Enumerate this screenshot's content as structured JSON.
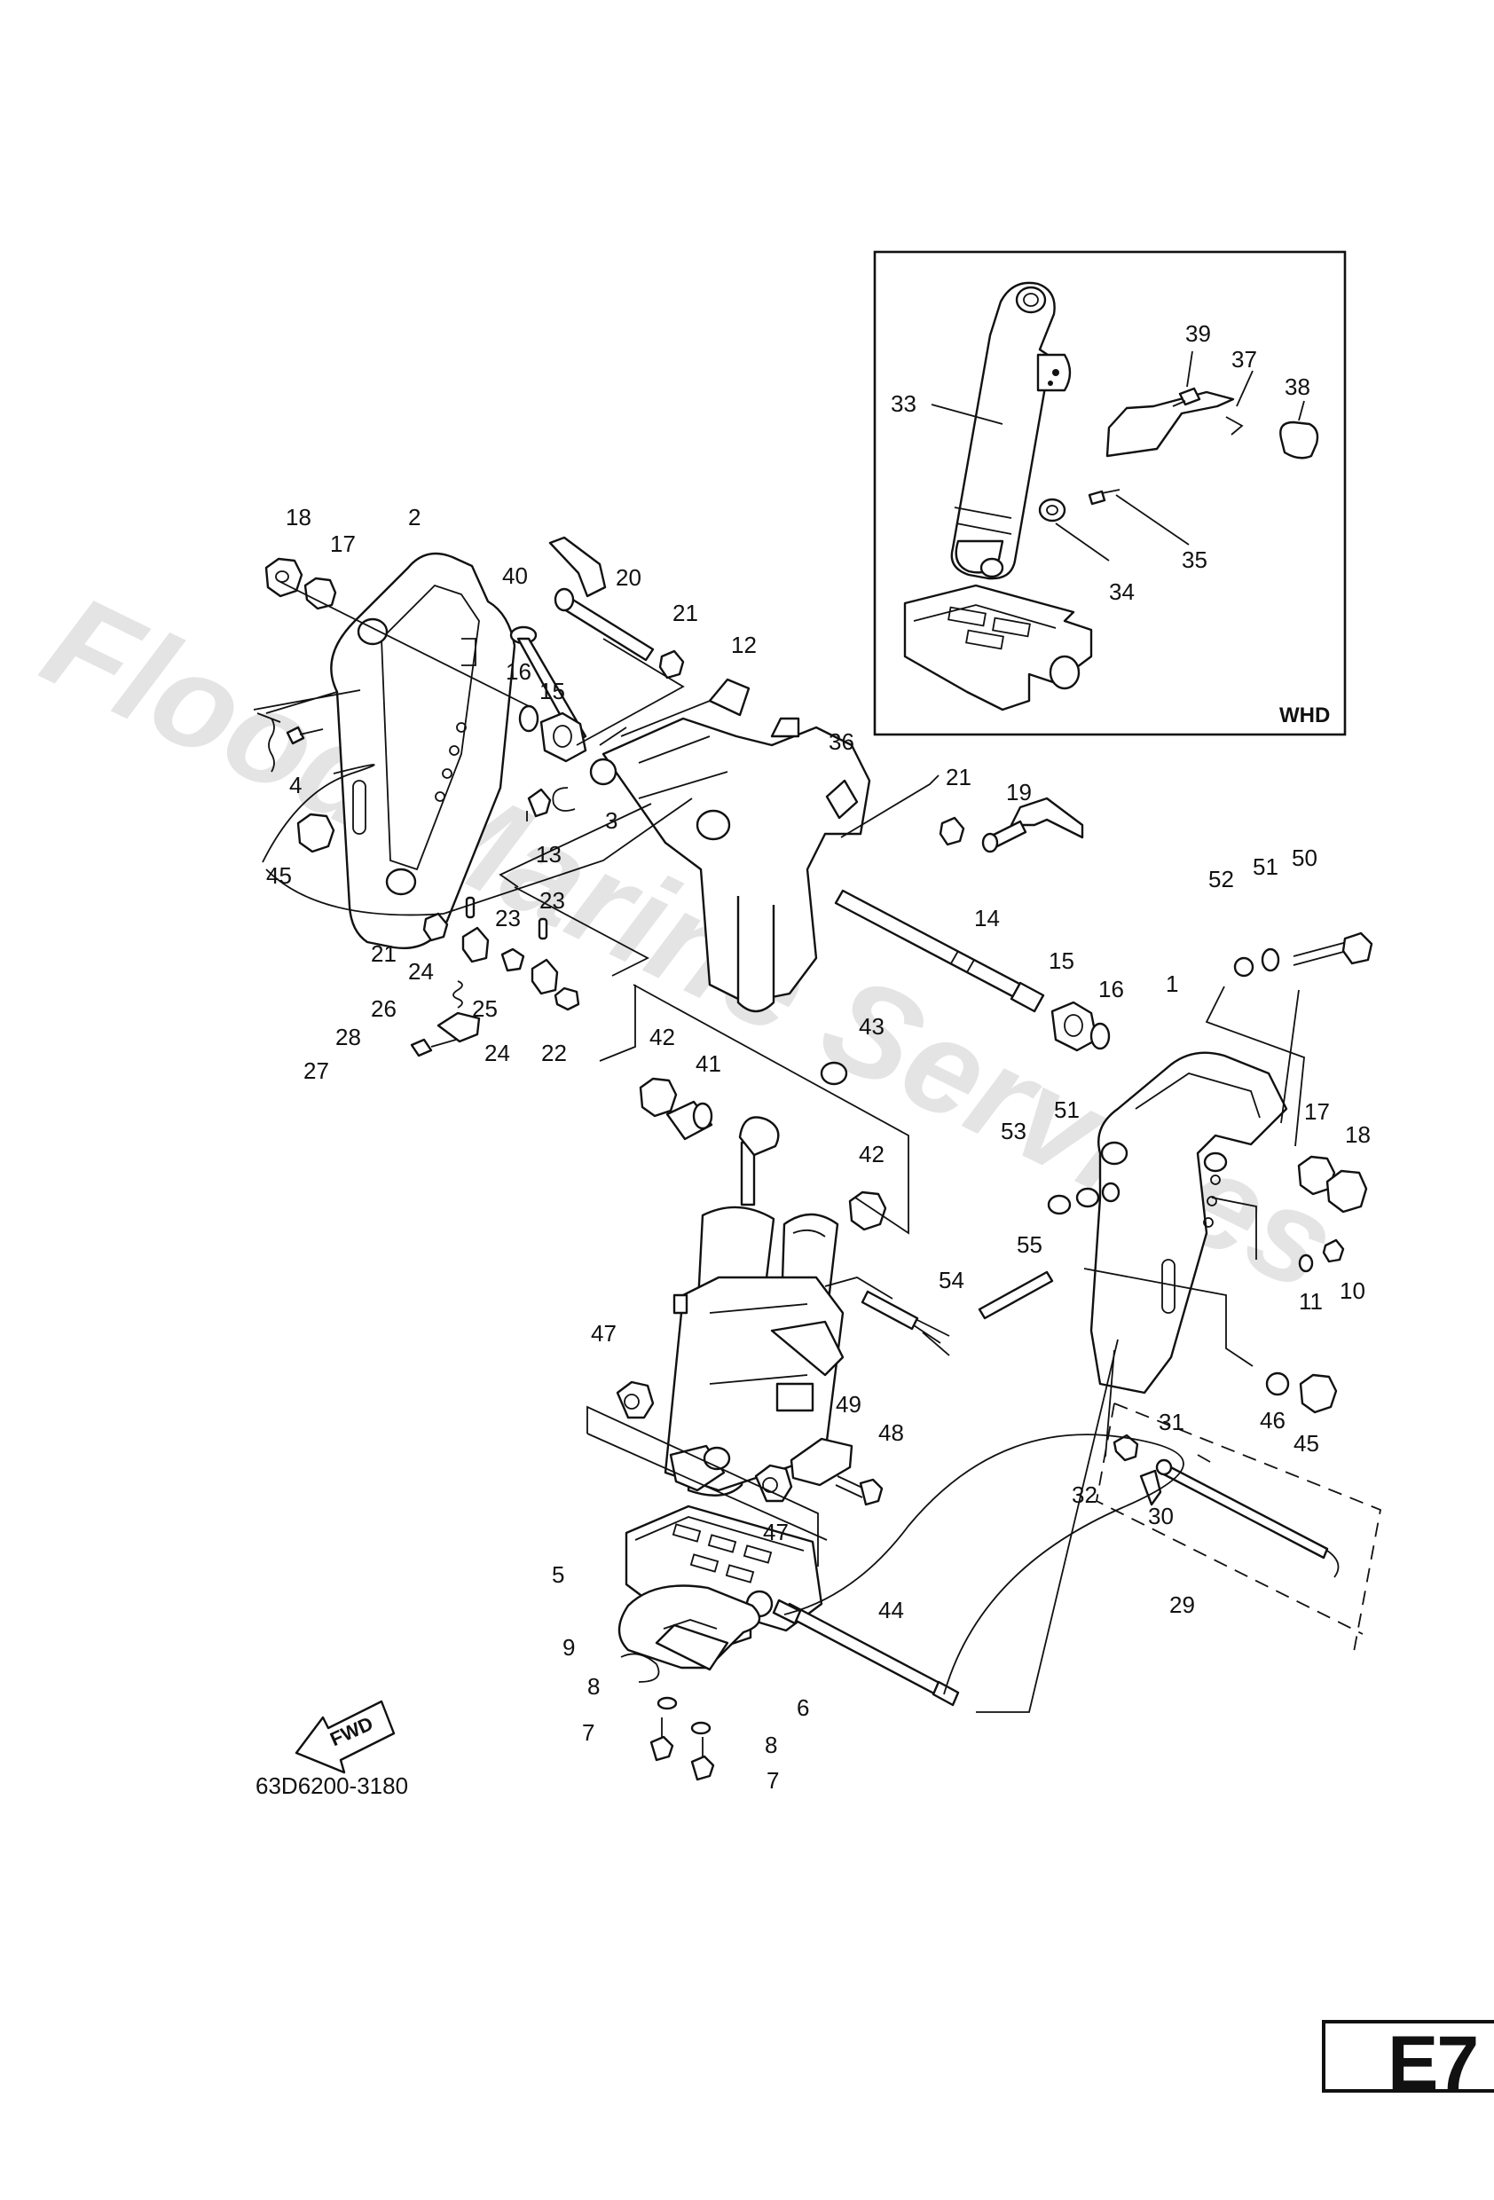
{
  "watermark": "Flood Marine Services",
  "drawing_number": "63D6200-3180",
  "page_tag": "E7",
  "inset": {
    "label": "WHD"
  },
  "fwd_label": "FWD",
  "callouts": [
    {
      "id": "c33",
      "label": "33"
    },
    {
      "id": "c39",
      "label": "39"
    },
    {
      "id": "c37",
      "label": "37"
    },
    {
      "id": "c38",
      "label": "38"
    },
    {
      "id": "c35",
      "label": "35"
    },
    {
      "id": "c34",
      "label": "34"
    },
    {
      "id": "c18a",
      "label": "18"
    },
    {
      "id": "c17a",
      "label": "17"
    },
    {
      "id": "c2",
      "label": "2"
    },
    {
      "id": "c40",
      "label": "40"
    },
    {
      "id": "c20",
      "label": "20"
    },
    {
      "id": "c21a",
      "label": "21"
    },
    {
      "id": "c12",
      "label": "12"
    },
    {
      "id": "c16a",
      "label": "16"
    },
    {
      "id": "c15a",
      "label": "15"
    },
    {
      "id": "c4",
      "label": "4"
    },
    {
      "id": "c36",
      "label": "36"
    },
    {
      "id": "c21b",
      "label": "21"
    },
    {
      "id": "c19",
      "label": "19"
    },
    {
      "id": "c13",
      "label": "13"
    },
    {
      "id": "c3",
      "label": "3"
    },
    {
      "id": "c45a",
      "label": "45"
    },
    {
      "id": "c52",
      "label": "52"
    },
    {
      "id": "c51a",
      "label": "51"
    },
    {
      "id": "c50",
      "label": "50"
    },
    {
      "id": "c23a",
      "label": "23"
    },
    {
      "id": "c23b",
      "label": "23"
    },
    {
      "id": "c14",
      "label": "14"
    },
    {
      "id": "c21c",
      "label": "21"
    },
    {
      "id": "c24a",
      "label": "24"
    },
    {
      "id": "c15b",
      "label": "15"
    },
    {
      "id": "c16b",
      "label": "16"
    },
    {
      "id": "c1",
      "label": "1"
    },
    {
      "id": "c26",
      "label": "26"
    },
    {
      "id": "c25",
      "label": "25"
    },
    {
      "id": "c28",
      "label": "28"
    },
    {
      "id": "c24b",
      "label": "24"
    },
    {
      "id": "c22",
      "label": "22"
    },
    {
      "id": "c42a",
      "label": "42"
    },
    {
      "id": "c43",
      "label": "43"
    },
    {
      "id": "c27",
      "label": "27"
    },
    {
      "id": "c41",
      "label": "41"
    },
    {
      "id": "c17b",
      "label": "17"
    },
    {
      "id": "c18b",
      "label": "18"
    },
    {
      "id": "c53",
      "label": "53"
    },
    {
      "id": "c51b",
      "label": "51"
    },
    {
      "id": "c42b",
      "label": "42"
    },
    {
      "id": "c55",
      "label": "55"
    },
    {
      "id": "c54",
      "label": "54"
    },
    {
      "id": "c11",
      "label": "11"
    },
    {
      "id": "c10",
      "label": "10"
    },
    {
      "id": "c47a",
      "label": "47"
    },
    {
      "id": "c46",
      "label": "46"
    },
    {
      "id": "c45b",
      "label": "45"
    },
    {
      "id": "c49",
      "label": "49"
    },
    {
      "id": "c31",
      "label": "31"
    },
    {
      "id": "c48",
      "label": "48"
    },
    {
      "id": "c32",
      "label": "32"
    },
    {
      "id": "c30",
      "label": "30"
    },
    {
      "id": "c47b",
      "label": "47"
    },
    {
      "id": "c5",
      "label": "5"
    },
    {
      "id": "c29",
      "label": "29"
    },
    {
      "id": "c44",
      "label": "44"
    },
    {
      "id": "c9",
      "label": "9"
    },
    {
      "id": "c6",
      "label": "6"
    },
    {
      "id": "c8a",
      "label": "8"
    },
    {
      "id": "c8b",
      "label": "8"
    },
    {
      "id": "c7a",
      "label": "7"
    },
    {
      "id": "c7b",
      "label": "7"
    }
  ]
}
